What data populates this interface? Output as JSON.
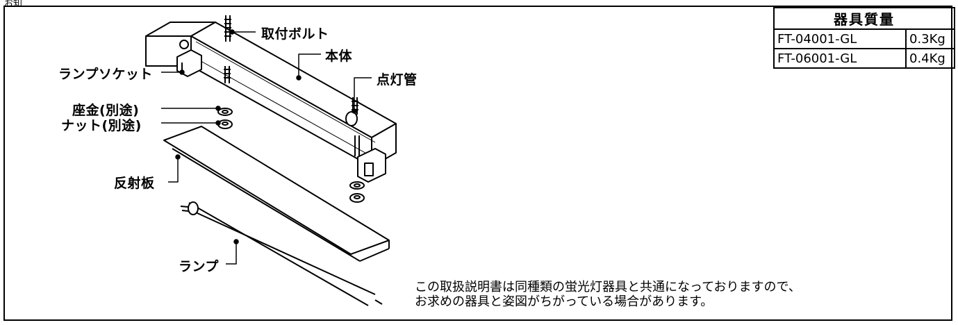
{
  "corner_text": "お知",
  "labels": {
    "mounting_bolt": "取付ボルト",
    "body": "本体",
    "lamp_socket": "ランプソケット",
    "starter": "点灯管",
    "washer": "座金(別途)",
    "nut": "ナット(別途)",
    "reflector": "反射板",
    "lamp": "ランプ"
  },
  "weight_table": {
    "title": "器具質量",
    "rows": [
      {
        "model": "FT-04001-GL",
        "mass": "0.3Kg"
      },
      {
        "model": "FT-06001-GL",
        "mass": "0.4Kg"
      }
    ]
  },
  "note": {
    "line1": "この取扱説明書は同種類の蛍光灯器具と共通になっておりますので、",
    "line2": "お求めの器具と姿図がちがっている場合があります。"
  }
}
